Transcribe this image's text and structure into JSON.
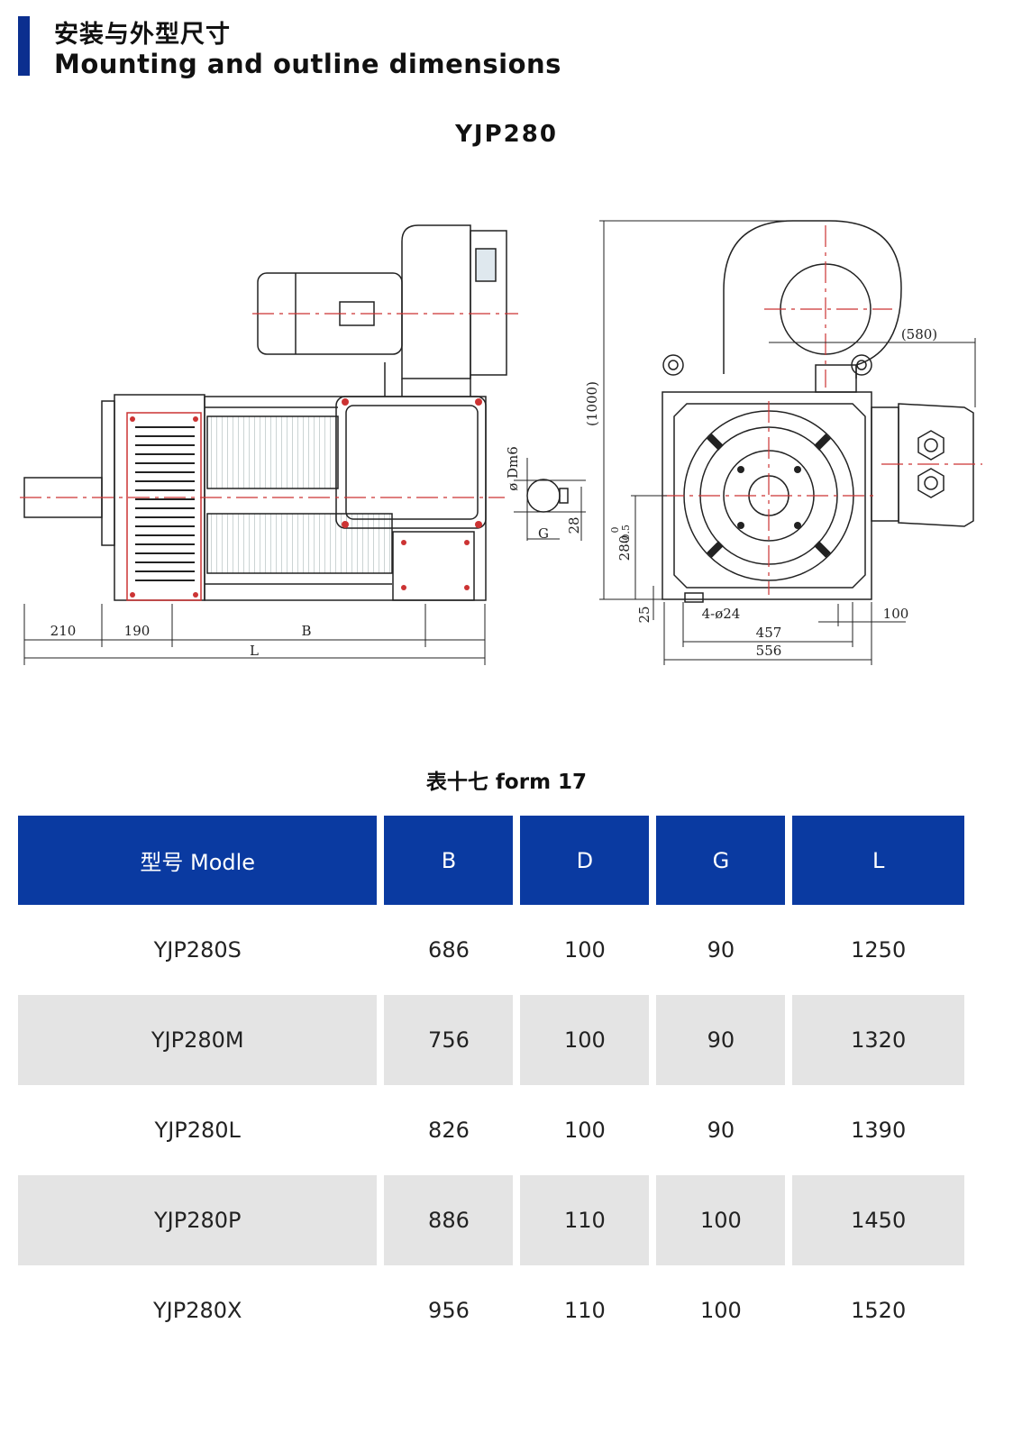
{
  "header": {
    "title_cn": "安装与外型尺寸",
    "title_en": "Mounting and outline dimensions"
  },
  "drawing": {
    "model": "YJP280",
    "labels": {
      "d210": "210",
      "d190": "190",
      "dB": "B",
      "dL": "L",
      "dDm6": "ø Dm6",
      "dG": "G",
      "d28": "28",
      "d1000": "(1000)",
      "d580": "(580)",
      "d280": "280",
      "d280tol": "0",
      "d280tol2": "-0.5",
      "d25": "25",
      "dHoles": "4-ø24",
      "d457": "457",
      "d556": "556",
      "d100": "100"
    }
  },
  "table": {
    "caption": "表十七 form 17",
    "headers": [
      "型号 Modle",
      "B",
      "D",
      "G",
      "L"
    ],
    "rows": [
      [
        "YJP280S",
        "686",
        "100",
        "90",
        "1250"
      ],
      [
        "YJP280M",
        "756",
        "100",
        "90",
        "1320"
      ],
      [
        "YJP280L",
        "826",
        "100",
        "90",
        "1390"
      ],
      [
        "YJP280P",
        "886",
        "110",
        "100",
        "1450"
      ],
      [
        "YJP280X",
        "956",
        "110",
        "100",
        "1520"
      ]
    ]
  }
}
